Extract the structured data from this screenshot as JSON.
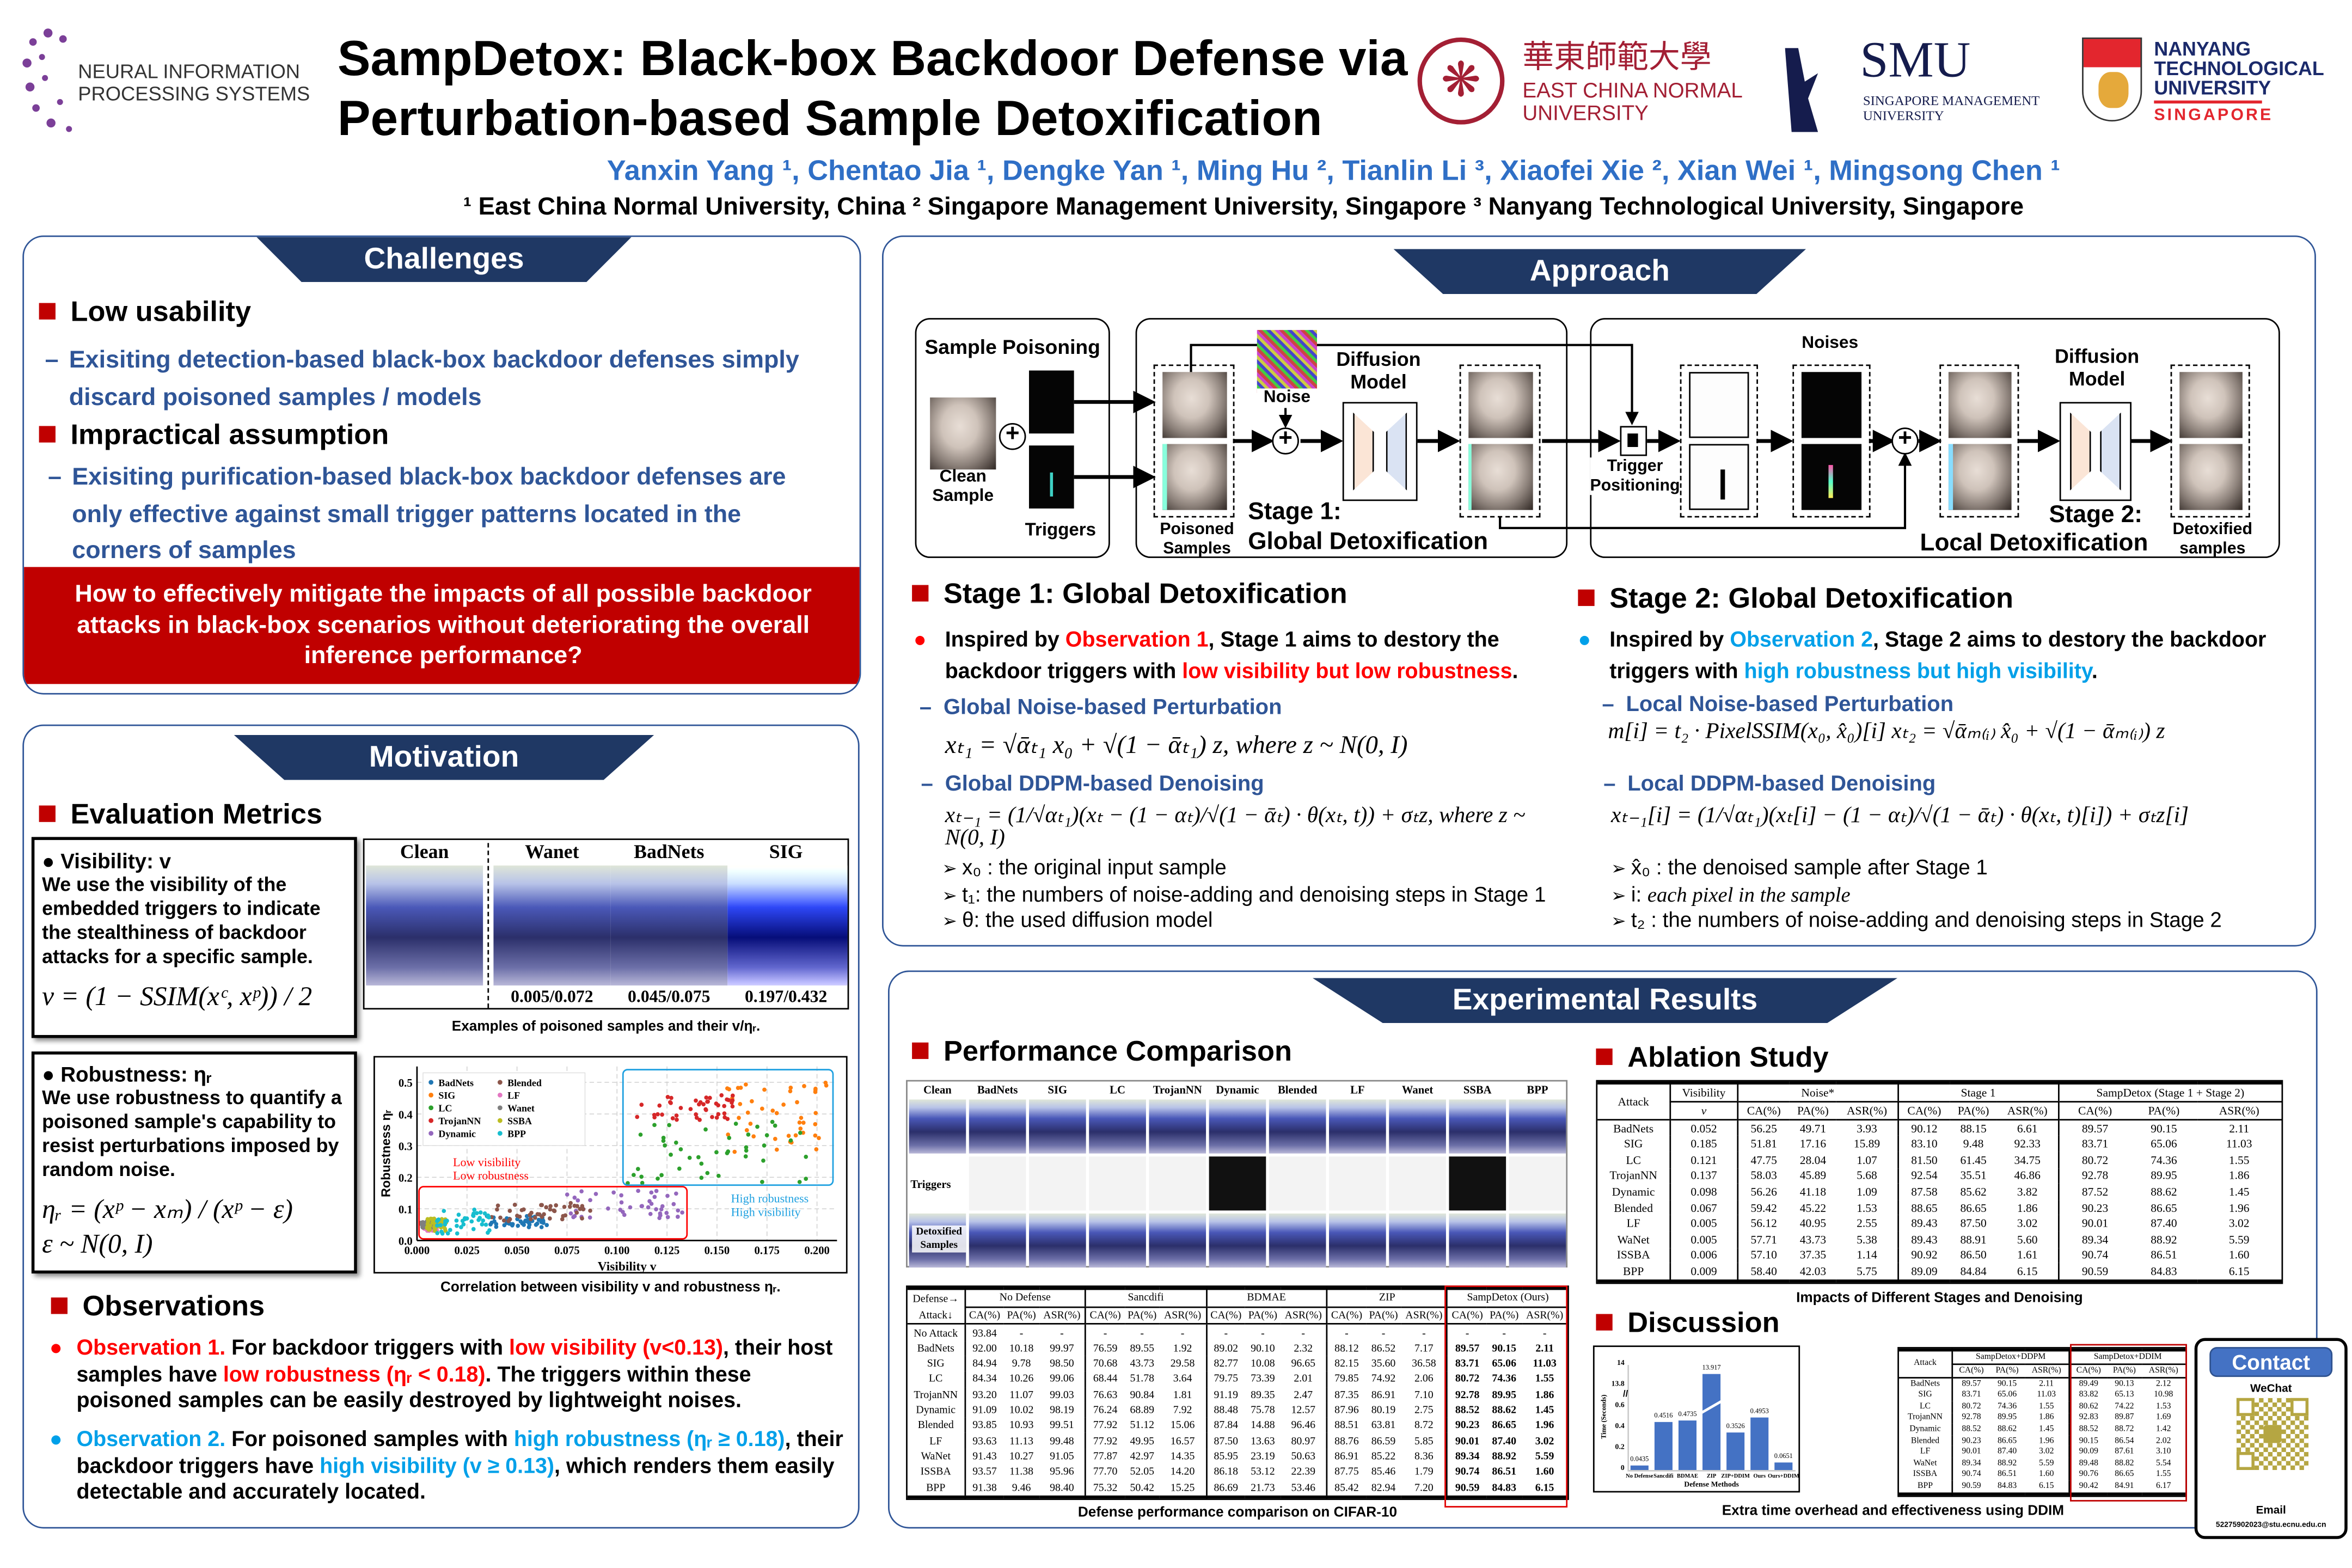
{
  "header": {
    "neurips": [
      "NEURAL INFORMATION",
      "PROCESSING SYSTEMS"
    ],
    "title_line1": "SampDetox: Black-box Backdoor Defense via",
    "title_line2": "Perturbation-based Sample Detoxification",
    "authors": "Yanxin Yang ¹, Chentao Jia ¹, Dengke Yan ¹, Ming Hu ², Tianlin Li ³, Xiaofei Xie ², Xian Wei ¹, Mingsong Chen ¹",
    "affiliations": "¹ East China Normal University, China  ² Singapore Management University, Singapore  ³ Nanyang Technological University, Singapore",
    "logos": {
      "ecnu": {
        "cn": "華東師範大學",
        "en1": "EAST CHINA NORMAL",
        "en2": "UNIVERSITY"
      },
      "smu": {
        "name": "SMU",
        "sub1": "SINGAPORE MANAGEMENT",
        "sub2": "UNIVERSITY"
      },
      "ntu": {
        "l1": "NANYANG",
        "l2": "TECHNOLOGICAL",
        "l3": "UNIVERSITY",
        "l4": "SINGAPORE"
      }
    }
  },
  "challenges": {
    "title": "Challenges",
    "items": [
      {
        "heading": "Low usability",
        "text": "Exisiting detection-based black-box backdoor defenses simply discard poisoned samples / models"
      },
      {
        "heading": "Impractical assumption",
        "text": "Exisiting purification-based black-box backdoor defenses are only effective against small trigger patterns located in the corners of samples"
      }
    ],
    "question": "How to effectively mitigate the impacts of all possible backdoor attacks in black-box scenarios without deteriorating the overall inference performance?"
  },
  "motivation": {
    "title": "Motivation",
    "eval_heading": "Evaluation Metrics",
    "visibility": {
      "label": "Visibility: v",
      "desc": "We use the visibility of the embedded triggers to indicate the stealthiness of backdoor attacks for a specific sample.",
      "formula": "v = (1 − SSIM(xᶜ, xᵖ)) / 2"
    },
    "examples": {
      "headers": [
        "Clean",
        "Wanet",
        "BadNets",
        "SIG"
      ],
      "values": [
        "0.005/0.072",
        "0.045/0.075",
        "0.197/0.432"
      ],
      "caption": "Examples of poisoned samples and their v/ηᵣ."
    },
    "robustness": {
      "label": "Robustness: ηᵣ",
      "desc": "We use robustness to quantify a poisoned sample's capability to resist perturbations imposed by random noise.",
      "formula1": "ηᵣ = (xᵖ − xₘ) / (xᵖ − ε)",
      "formula2": "ε ~ N(0, I)"
    },
    "scatter_caption": "Correlation between visibility v and robustness ηᵣ.",
    "obs_heading": "Observations",
    "observations": [
      [
        {
          "t": "Observation 1.",
          "c": "r"
        },
        {
          "t": " For backdoor triggers with "
        },
        {
          "t": "low visibility (v<0.13)",
          "c": "r"
        },
        {
          "t": ", their host samples have "
        },
        {
          "t": "low robustness (ηᵣ < 0.18)",
          "c": "r"
        },
        {
          "t": ". The triggers within these poisoned samples can be easily destroyed by lightweight noises."
        }
      ],
      [
        {
          "t": "Observation 2.",
          "c": "b"
        },
        {
          "t": " For poisoned samples with "
        },
        {
          "t": "high robustness (ηᵣ ≥ 0.18)",
          "c": "b"
        },
        {
          "t": ", their backdoor triggers have "
        },
        {
          "t": "high visibility (v ≥ 0.13)",
          "c": "b"
        },
        {
          "t": ", which renders them easily detectable and accurately located."
        }
      ]
    ]
  },
  "scatter": {
    "type": "scatter",
    "xlabel": "Visibility v",
    "ylabel": "Robustness ηᵣ",
    "xlim": [
      0,
      0.21
    ],
    "ylim": [
      0,
      0.55
    ],
    "xticks": [
      "0.000",
      "0.025",
      "0.050",
      "0.075",
      "0.100",
      "0.125",
      "0.150",
      "0.175",
      "0.200"
    ],
    "yticks": [
      "0.0",
      "0.1",
      "0.2",
      "0.3",
      "0.4",
      "0.5"
    ],
    "annot_low": [
      "Low visibility",
      "Low robustness"
    ],
    "annot_high": [
      "High robustness",
      "High visibility"
    ],
    "series": [
      {
        "name": "BadNets",
        "color": "#1f77b4",
        "x": [
          0.035,
          0.065
        ],
        "y": [
          0.04,
          0.08
        ]
      },
      {
        "name": "SIG",
        "color": "#ff7f0e",
        "x": [
          0.155,
          0.205
        ],
        "y": [
          0.28,
          0.5
        ]
      },
      {
        "name": "LC",
        "color": "#2ca02c",
        "x": [
          0.105,
          0.195
        ],
        "y": [
          0.18,
          0.38
        ]
      },
      {
        "name": "TrojanNN",
        "color": "#d62728",
        "x": [
          0.11,
          0.16
        ],
        "y": [
          0.38,
          0.46
        ]
      },
      {
        "name": "Dynamic",
        "color": "#9467bd",
        "x": [
          0.075,
          0.133
        ],
        "y": [
          0.07,
          0.16
        ]
      },
      {
        "name": "Blended",
        "color": "#8c564b",
        "x": [
          0.035,
          0.09
        ],
        "y": [
          0.06,
          0.12
        ]
      },
      {
        "name": "LF",
        "color": "#e377c2",
        "x": [
          0.003,
          0.01
        ],
        "y": [
          0.03,
          0.06
        ]
      },
      {
        "name": "Wanet",
        "color": "#7f7f7f",
        "x": [
          0.002,
          0.008
        ],
        "y": [
          0.04,
          0.06
        ]
      },
      {
        "name": "SSBA",
        "color": "#bcbd22",
        "x": [
          0.005,
          0.015
        ],
        "y": [
          0.03,
          0.07
        ]
      },
      {
        "name": "BPP",
        "color": "#17becf",
        "x": [
          0.01,
          0.037
        ],
        "y": [
          0.02,
          0.1
        ]
      }
    ]
  },
  "approach": {
    "title": "Approach",
    "diagram": {
      "sample_poisoning": "Sample Poisoning",
      "clean_sample": "Clean Sample",
      "triggers": "Triggers",
      "poisoned_samples": "Poisoned Samples",
      "noise": "Noise",
      "diffusion_model": "Diffusion Model",
      "stage1_a": "Stage 1:",
      "stage1_b": "Global Detoxification",
      "trigger_positioning": "Trigger Positioning",
      "noises": "Noises",
      "stage2_a": "Stage 2:",
      "stage2_b": "Local Detoxification",
      "detoxified": "Detoxified samples"
    },
    "stage1": {
      "heading": "Stage 1: Global Detoxification",
      "inspired": [
        {
          "t": "Inspired by "
        },
        {
          "t": "Observation 1",
          "c": "r"
        },
        {
          "t": ", Stage 1 aims to destory the backdoor triggers with "
        },
        {
          "t": "low visibility but low robustness",
          "c": "r"
        },
        {
          "t": "."
        }
      ],
      "sub1": "Global Noise-based Perturbation",
      "formula1": "xₜ₁ = √ᾱₜ₁ x₀ + √(1 − ᾱₜ₁) z,   where  z ~ N(0, I)",
      "sub2": "Global DDPM-based Denoising",
      "formula2": "xₜ₋₁ = (1/√αₜ₁)(xₜ − (1 − αₜ)/√(1 − ᾱₜ) · θ(xₜ, t)) + σₜz,   where  z ~ N(0, I)",
      "bullets": [
        "x₀ : the original input sample",
        "t₁: the numbers of noise-adding and denoising steps in Stage 1",
        "θ: the used diffusion model"
      ]
    },
    "stage2": {
      "heading": "Stage 2: Global Detoxification",
      "inspired": [
        {
          "t": "Inspired by "
        },
        {
          "t": "Observation 2",
          "c": "b"
        },
        {
          "t": ", Stage 2 aims to destory the backdoor triggers with "
        },
        {
          "t": "high robustness but high visibility",
          "c": "b"
        },
        {
          "t": "."
        }
      ],
      "sub1": "Local Noise-based Perturbation",
      "formula1": "m[i] = t₂ · PixelSSIM(x₀, x̂₀)[i]    xₜ₂ = √ᾱₘ₍ᵢ₎ x̂₀ + √(1 − ᾱₘ₍ᵢ₎) z",
      "sub2": "Local DDPM-based Denoising",
      "formula2": "xₜ₋₁[i] = (1/√αₜ₁)(xₜ[i] − (1 − αₜ)/√(1 − ᾱₜ) · θ(xₜ, t)[i]) + σₜz[i]",
      "bullets": [
        [
          {
            "t": "x̂₀ : the denoised sample after Stage 1"
          }
        ],
        [
          {
            "t": "i: "
          },
          {
            "t": "each pixel in the sample",
            "c": "i"
          }
        ],
        [
          {
            "t": "t₂ : the numbers of noise-adding and denoising steps in Stage 2"
          }
        ]
      ]
    }
  },
  "results": {
    "title": "Experimental Results",
    "perf_heading": "Performance Comparison",
    "grid_cols": [
      "Clean",
      "BadNets",
      "SIG",
      "LC",
      "TrojanNN",
      "Dynamic",
      "Blended",
      "LF",
      "Wanet",
      "SSBA",
      "BPP"
    ],
    "grid_rows": [
      "Triggers",
      "Detoxified Samples"
    ],
    "perf_caption": "Defense performance comparison on CIFAR-10",
    "perf_table": {
      "corner1": "Defense→",
      "corner2": "Attack↓",
      "groups": [
        "No Defense",
        "Sancdifi",
        "BDMAE",
        "ZIP",
        "SampDetox (Ours)"
      ],
      "metrics": [
        "CA(%)",
        "PA(%)",
        "ASR(%)"
      ],
      "rows": [
        [
          "No Attack",
          "93.84",
          "-",
          "-",
          "-",
          "-",
          "-",
          "-",
          "-",
          "-",
          "-",
          "-",
          "-",
          "-",
          "-",
          "-"
        ],
        [
          "BadNets",
          "92.00",
          "10.18",
          "99.97",
          "76.59",
          "89.55",
          "1.92",
          "89.02",
          "90.10",
          "2.32",
          "88.12",
          "86.52",
          "7.17",
          "89.57",
          "90.15",
          "2.11"
        ],
        [
          "SIG",
          "84.94",
          "9.78",
          "98.50",
          "70.68",
          "43.73",
          "29.58",
          "82.77",
          "10.08",
          "96.65",
          "82.15",
          "35.60",
          "36.58",
          "83.71",
          "65.06",
          "11.03"
        ],
        [
          "LC",
          "84.34",
          "10.26",
          "99.06",
          "68.44",
          "51.78",
          "3.64",
          "79.75",
          "73.39",
          "2.01",
          "79.85",
          "74.92",
          "2.06",
          "80.72",
          "74.36",
          "1.55"
        ],
        [
          "TrojanNN",
          "93.20",
          "11.07",
          "99.03",
          "76.63",
          "90.84",
          "1.81",
          "91.19",
          "89.35",
          "2.47",
          "87.35",
          "86.91",
          "7.10",
          "92.78",
          "89.95",
          "1.86"
        ],
        [
          "Dynamic",
          "91.09",
          "10.02",
          "98.19",
          "76.24",
          "68.89",
          "7.92",
          "88.48",
          "75.78",
          "12.57",
          "87.96",
          "80.19",
          "2.75",
          "88.52",
          "88.62",
          "1.45"
        ],
        [
          "Blended",
          "93.85",
          "10.93",
          "99.51",
          "77.92",
          "51.12",
          "15.06",
          "87.84",
          "14.88",
          "96.46",
          "88.51",
          "63.81",
          "8.72",
          "90.23",
          "86.65",
          "1.96"
        ],
        [
          "LF",
          "93.63",
          "11.13",
          "99.48",
          "77.92",
          "49.95",
          "16.57",
          "87.50",
          "13.63",
          "80.97",
          "88.76",
          "86.59",
          "5.85",
          "90.01",
          "87.40",
          "3.02"
        ],
        [
          "WaNet",
          "91.43",
          "10.27",
          "91.05",
          "77.87",
          "42.97",
          "14.35",
          "85.95",
          "23.19",
          "50.63",
          "86.91",
          "85.22",
          "8.36",
          "89.34",
          "88.92",
          "5.59"
        ],
        [
          "ISSBA",
          "93.57",
          "11.38",
          "95.96",
          "77.70",
          "52.05",
          "14.20",
          "86.18",
          "53.12",
          "22.39",
          "87.75",
          "85.46",
          "1.79",
          "90.74",
          "86.51",
          "1.60"
        ],
        [
          "BPP",
          "91.38",
          "9.46",
          "98.40",
          "75.32",
          "50.42",
          "15.25",
          "86.69",
          "21.73",
          "53.46",
          "85.42",
          "82.94",
          "7.20",
          "90.59",
          "84.83",
          "6.15"
        ]
      ]
    },
    "ablation_heading": "Ablation Study",
    "ablation_caption": "Impacts of Different Stages and Denoising",
    "ablation_table": {
      "corner": "Attack",
      "groups": [
        "Visibility",
        "Noise*",
        "Stage 1",
        "SampDetox (Stage 1 + Stage 2)"
      ],
      "vis_sub": "v",
      "metrics": [
        "CA(%)",
        "PA(%)",
        "ASR(%)"
      ],
      "rows": [
        [
          "BadNets",
          "0.052",
          "56.25",
          "49.71",
          "3.93",
          "90.12",
          "88.15",
          "6.61",
          "89.57",
          "90.15",
          "2.11"
        ],
        [
          "SIG",
          "0.185",
          "51.81",
          "17.16",
          "15.89",
          "83.10",
          "9.48",
          "92.33",
          "83.71",
          "65.06",
          "11.03"
        ],
        [
          "LC",
          "0.121",
          "47.75",
          "28.04",
          "1.07",
          "81.50",
          "61.45",
          "34.75",
          "80.72",
          "74.36",
          "1.55"
        ],
        [
          "TrojanNN",
          "0.137",
          "58.03",
          "45.89",
          "5.68",
          "92.54",
          "35.51",
          "46.86",
          "92.78",
          "89.95",
          "1.86"
        ],
        [
          "Dynamic",
          "0.098",
          "56.26",
          "41.18",
          "1.09",
          "87.58",
          "85.62",
          "3.82",
          "87.52",
          "88.62",
          "1.45"
        ],
        [
          "Blended",
          "0.067",
          "59.42",
          "45.22",
          "1.53",
          "88.65",
          "86.65",
          "1.86",
          "90.23",
          "86.65",
          "1.96"
        ],
        [
          "LF",
          "0.005",
          "56.12",
          "40.95",
          "2.55",
          "89.43",
          "87.50",
          "3.02",
          "90.01",
          "87.40",
          "3.02"
        ],
        [
          "WaNet",
          "0.005",
          "57.71",
          "43.73",
          "5.38",
          "89.43",
          "88.91",
          "5.60",
          "89.34",
          "88.92",
          "5.59"
        ],
        [
          "ISSBA",
          "0.006",
          "57.10",
          "37.35",
          "1.14",
          "90.92",
          "86.50",
          "1.61",
          "90.74",
          "86.51",
          "1.60"
        ],
        [
          "BPP",
          "0.009",
          "58.40",
          "42.03",
          "5.75",
          "89.09",
          "84.84",
          "6.15",
          "90.59",
          "84.83",
          "6.15"
        ]
      ]
    },
    "discussion_heading": "Discussion",
    "discussion_caption": "Extra time overhead and effectiveness using DDIM",
    "time_chart": {
      "type": "bar",
      "ylabel": "Time (Seconds)",
      "xlabel": "Defense Methods",
      "categories": [
        "No Defense",
        "Sancdifi",
        "BDMAE",
        "ZIP",
        "ZIP+DDIM",
        "Ours",
        "Ours+DDIM"
      ],
      "values": [
        0.0435,
        0.4516,
        0.4735,
        13.917,
        0.3526,
        0.4953,
        0.0651
      ],
      "labels": [
        "0.0435",
        "0.4516",
        "0.4735",
        "13.917",
        "0.3526",
        "0.4953",
        "0.0651"
      ],
      "yticks_low": [
        "0",
        "0.2",
        "0.4",
        "0.6"
      ],
      "yticks_high": [
        "13.8",
        "14"
      ],
      "axis_break": [
        0.6,
        13.8
      ],
      "color": "#4472c4"
    },
    "ddim_table": {
      "corner": "Attack",
      "groups": [
        "SampDetox+DDPM",
        "SampDetox+DDIM"
      ],
      "metrics": [
        "CA(%)",
        "PA(%)",
        "ASR(%)"
      ],
      "rows": [
        [
          "BadNets",
          "89.57",
          "90.15",
          "2.11",
          "89.49",
          "90.13",
          "2.12"
        ],
        [
          "SIG",
          "83.71",
          "65.06",
          "11.03",
          "83.82",
          "65.13",
          "10.98"
        ],
        [
          "LC",
          "80.72",
          "74.36",
          "1.55",
          "80.62",
          "74.22",
          "1.53"
        ],
        [
          "TrojanNN",
          "92.78",
          "89.95",
          "1.86",
          "92.83",
          "89.87",
          "1.69"
        ],
        [
          "Dynamic",
          "88.52",
          "88.62",
          "1.45",
          "88.52",
          "88.72",
          "1.42"
        ],
        [
          "Blended",
          "90.23",
          "86.65",
          "1.96",
          "90.15",
          "86.54",
          "2.02"
        ],
        [
          "LF",
          "90.01",
          "87.40",
          "3.02",
          "90.09",
          "87.61",
          "3.10"
        ],
        [
          "WaNet",
          "89.34",
          "88.92",
          "5.59",
          "89.48",
          "88.82",
          "5.54"
        ],
        [
          "ISSBA",
          "90.74",
          "86.51",
          "1.60",
          "90.76",
          "86.65",
          "1.55"
        ],
        [
          "BPP",
          "90.59",
          "84.83",
          "6.15",
          "90.42",
          "84.91",
          "6.17"
        ]
      ]
    }
  },
  "contact": {
    "title": "Contact",
    "wechat": "WeChat",
    "email_label": "Email",
    "email": "52275902023@stu.ecnu.edu.cn"
  },
  "colors": {
    "navy": "#1f3864",
    "panel_border": "#2f5597",
    "red": "#c00000",
    "accent_blue": "#00a0e9"
  }
}
